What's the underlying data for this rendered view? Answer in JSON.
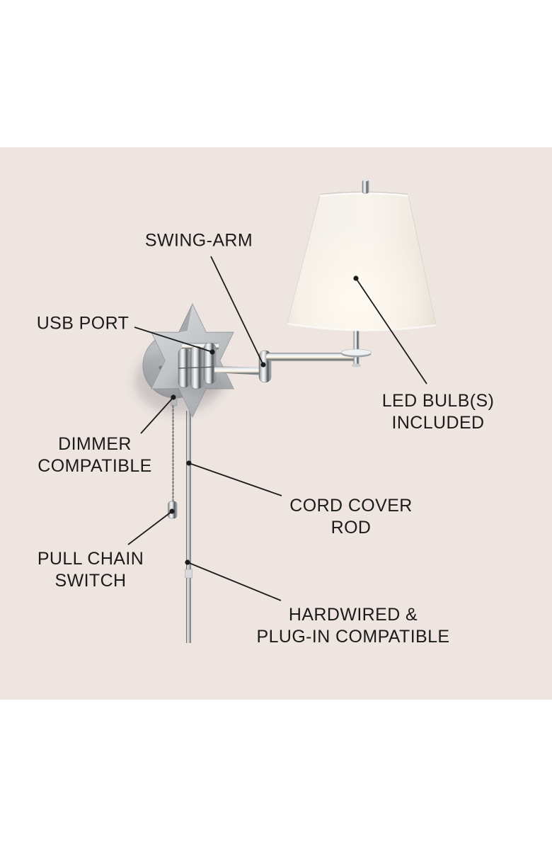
{
  "canvas": {
    "description": "Annotated product diagram of a chrome swing-arm wall sconce with star-shaped backplate, white tapered shade, pull chain and cord cover rod"
  },
  "labels": {
    "swing_arm": {
      "lines": [
        "SWING-ARM"
      ]
    },
    "usb_port": {
      "lines": [
        "USB PORT"
      ]
    },
    "dimmer_compatible": {
      "lines": [
        "DIMMER",
        "COMPATIBLE"
      ]
    },
    "pull_chain_switch": {
      "lines": [
        "PULL CHAIN",
        "SWITCH"
      ]
    },
    "led_bulbs_included": {
      "lines": [
        "LED BULB(S)",
        "INCLUDED"
      ]
    },
    "cord_cover_rod": {
      "lines": [
        "CORD COVER",
        "ROD"
      ]
    },
    "hardwired_plug_in": {
      "lines": [
        "HARDWIRED &",
        "PLUG-IN COMPATIBLE"
      ]
    }
  },
  "colors": {
    "background": "#eee5e1",
    "page_background": "#ffffff",
    "text": "#1b1b1b",
    "leader_line": "#1b1b1b",
    "shade": "#f6f2eb",
    "star_plate": "#c6c9cb",
    "chrome_highlight": "#f8f9fa",
    "chrome_shadow": "#54585c"
  }
}
